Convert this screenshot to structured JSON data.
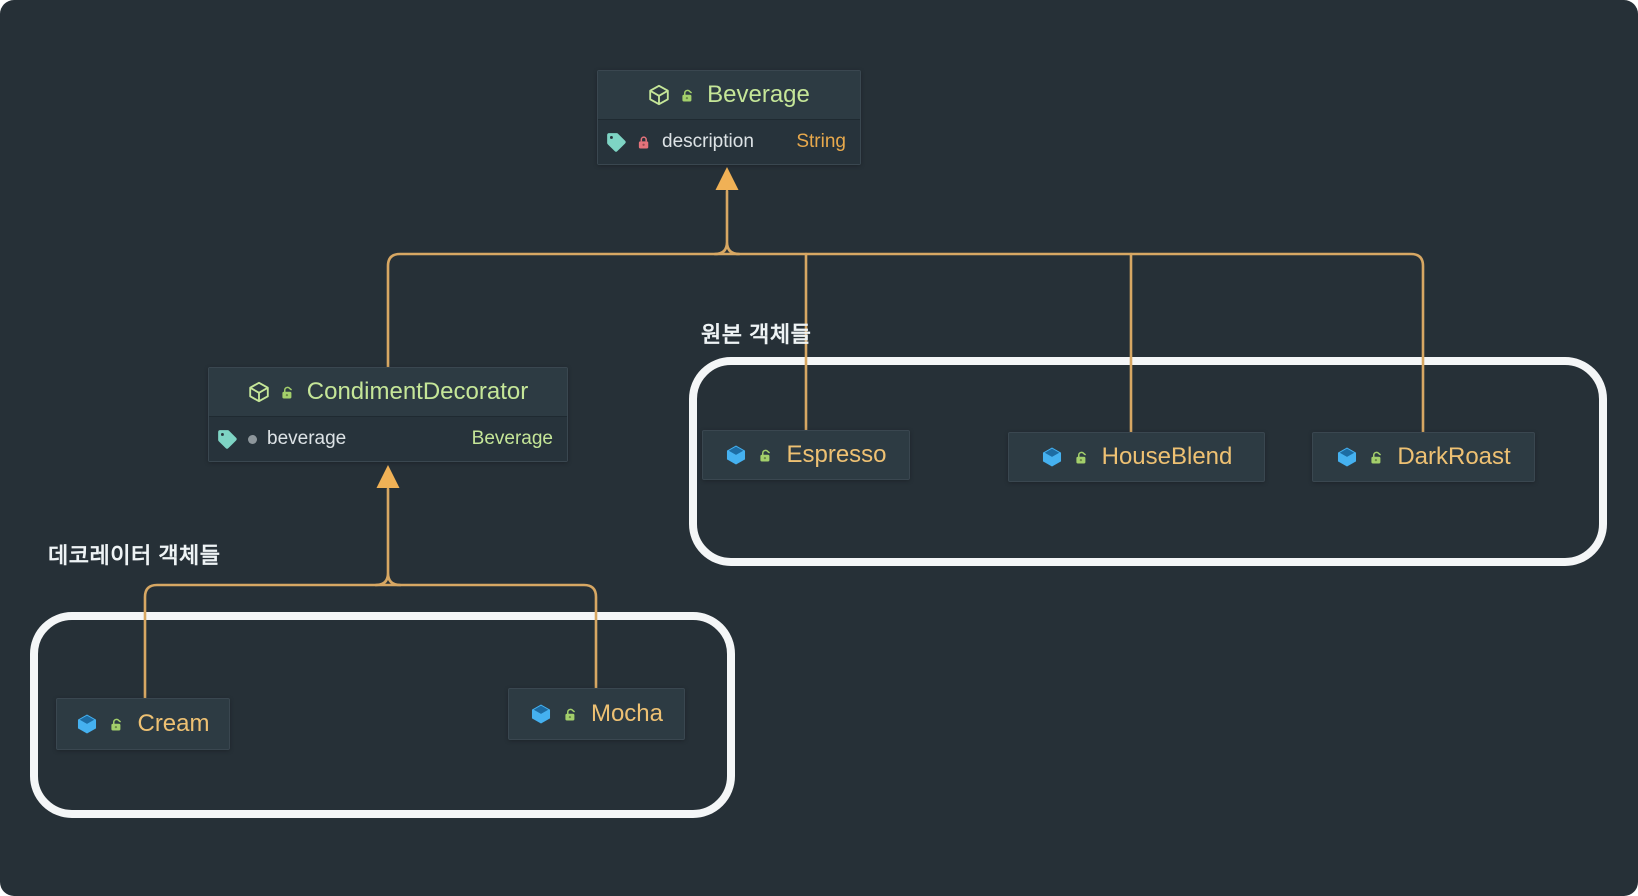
{
  "colors": {
    "background": "#263037",
    "connector": "#d7a763",
    "arrow_fill": "#f0b156",
    "abstract_name": "#c5e698",
    "concrete_name": "#eec173",
    "field_name": "#dde3e6",
    "type_string": "#e8a94c",
    "type_beverage": "#c5e698",
    "group_border": "#f4f6f7",
    "annotation_text": "#eef3f5",
    "header_bg": "#2d3b43",
    "field_bg": "#27333b",
    "cube_blue": "#45b1f0",
    "cube_blue_top": "#1d6ca3",
    "lock_open_green": "#a3cf6b",
    "lock_closed_red": "#e5737b",
    "tag_teal": "#7ed4c4",
    "dot_gray": "#8d969b"
  },
  "classes": {
    "beverage": {
      "name": "Beverage",
      "field_name": "description",
      "field_type": "String"
    },
    "condiment_decorator": {
      "name": "CondimentDecorator",
      "field_name": "beverage",
      "field_type": "Beverage"
    },
    "espresso": {
      "name": "Espresso"
    },
    "house_blend": {
      "name": "HouseBlend"
    },
    "dark_roast": {
      "name": "DarkRoast"
    },
    "cream": {
      "name": "Cream"
    },
    "mocha": {
      "name": "Mocha"
    }
  },
  "annotations": {
    "originals_label": "원본 객체들",
    "decorators_label": "데코레이터 객체들"
  },
  "icons": {
    "abstract_class": "cube-outline-icon",
    "concrete_class": "cube-filled-icon",
    "field": "tag-icon",
    "visibility_private": "lock-closed-icon",
    "visibility_public": "lock-open-icon",
    "visibility_package": "dot-icon"
  }
}
